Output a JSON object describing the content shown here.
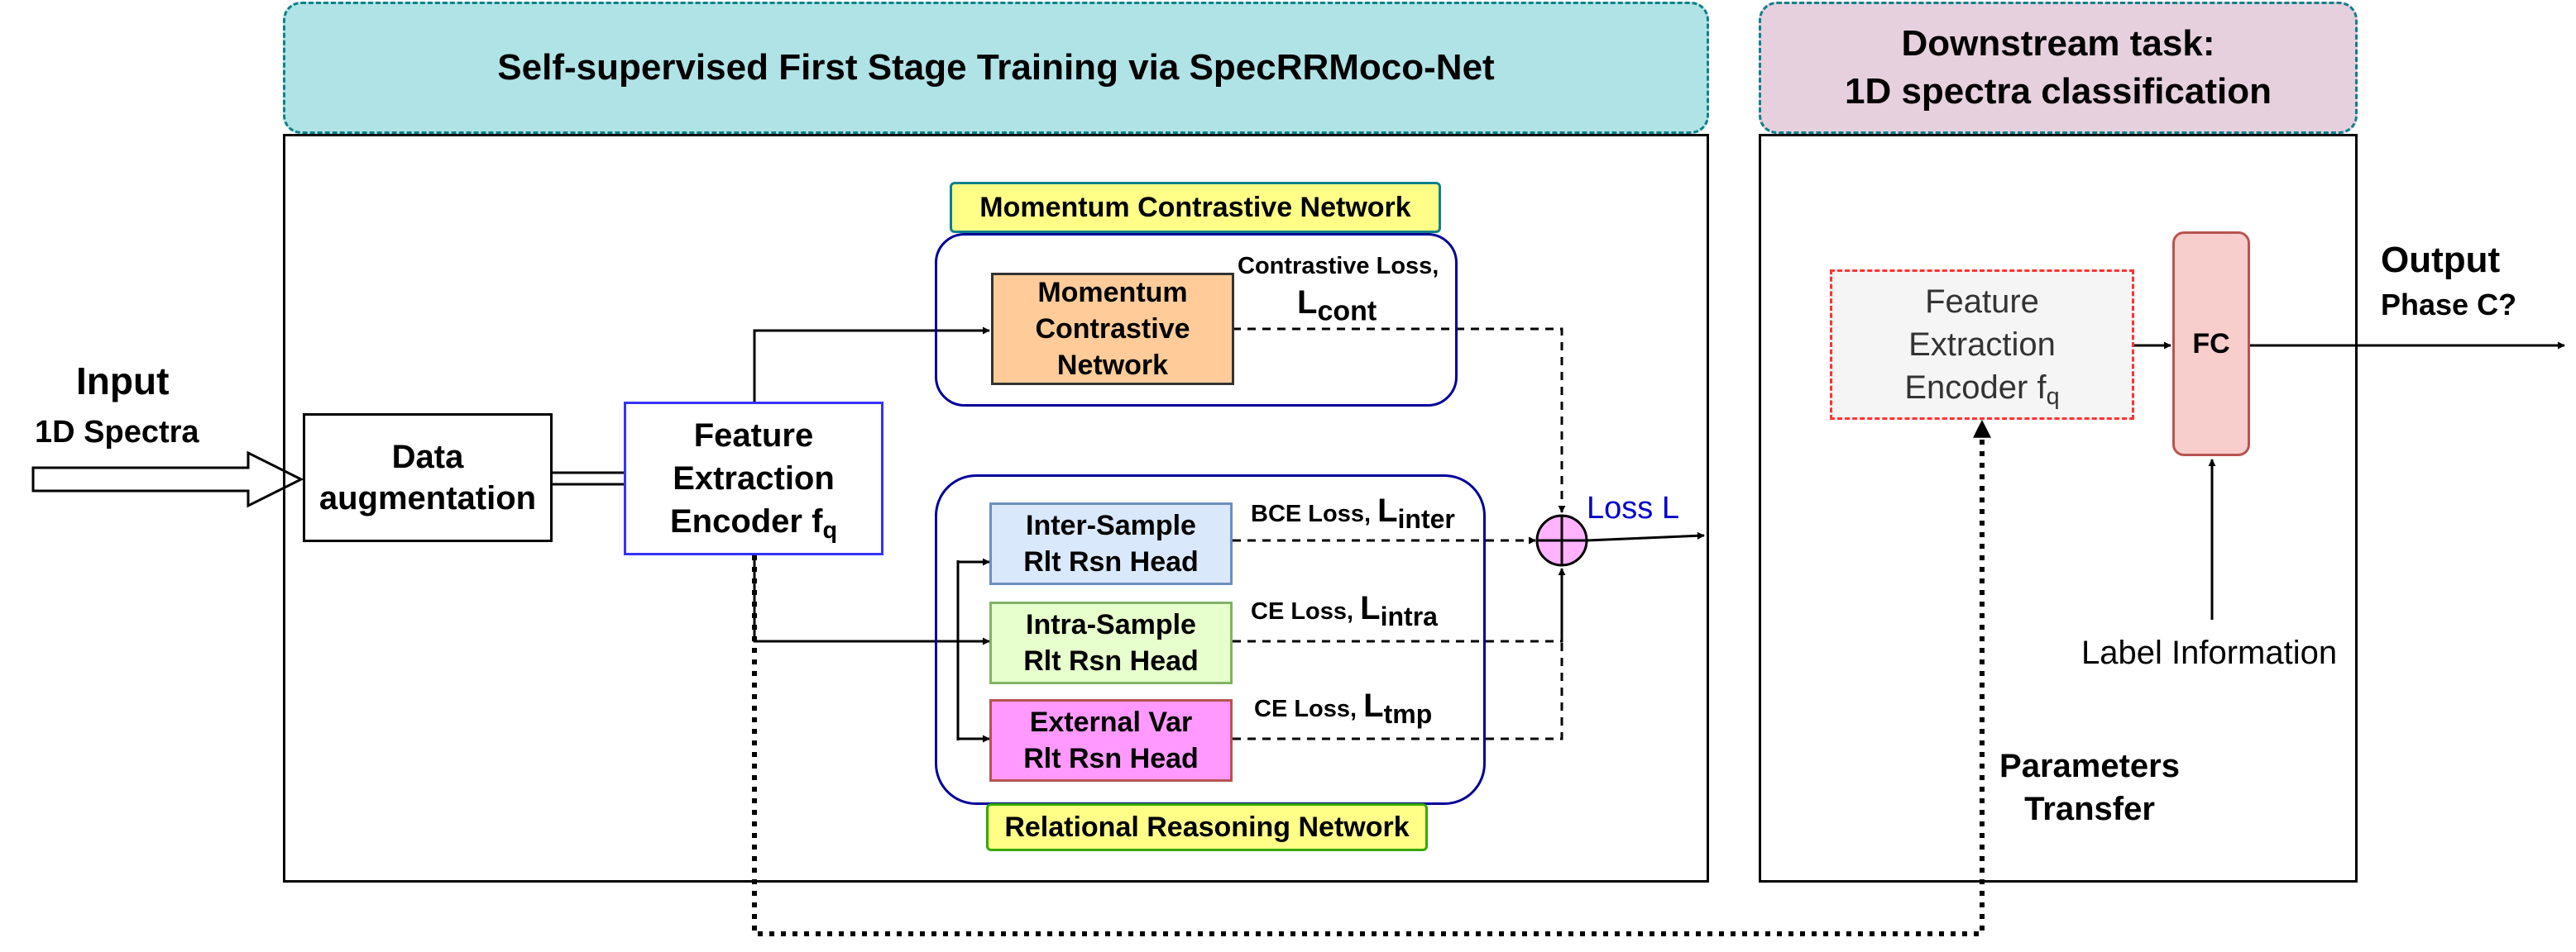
{
  "header_left": "Self-supervised First Stage Training via SpecRRMoco-Net",
  "header_right": [
    "Downstream task:",
    "1D spectra classification"
  ],
  "input": {
    "title": "Input",
    "subtitle": "1D Spectra"
  },
  "data_augmentation": [
    "Data",
    "augmentation"
  ],
  "encoder": {
    "lines": [
      "Feature",
      "Extraction",
      "Encoder f"
    ],
    "subscript": "q"
  },
  "momentum_label": "Momentum Contrastive Network",
  "momentum_box": [
    "Momentum",
    "Contrastive",
    "Network"
  ],
  "contrastive_loss": {
    "prefix": "Contrastive Loss,",
    "symbol": "L",
    "subscript": "cont"
  },
  "heads": [
    {
      "lines": [
        "Inter-Sample",
        "Rlt Rsn Head"
      ],
      "loss_prefix": "BCE Loss,",
      "loss_symbol": "L",
      "loss_sub": "inter"
    },
    {
      "lines": [
        "Intra-Sample",
        "Rlt Rsn Head"
      ],
      "loss_prefix": "CE Loss,",
      "loss_symbol": "L",
      "loss_sub": "intra"
    },
    {
      "lines": [
        "External Var",
        "Rlt Rsn Head"
      ],
      "loss_prefix": "CE Loss,",
      "loss_symbol": "L",
      "loss_sub": "tmp"
    }
  ],
  "relational_label": "Relational Reasoning Network",
  "total_loss": "Loss L",
  "downstream_encoder": {
    "lines": [
      "Feature",
      "Extraction",
      "Encoder f"
    ],
    "subscript": "q"
  },
  "fc": "FC",
  "output": {
    "title": "Output",
    "subtitle": "Phase C?"
  },
  "label_information": "Label Information",
  "parameters_transfer": [
    "Parameters",
    "Transfer"
  ],
  "colors": {
    "header_left_bg": "#b0e3e6",
    "header_left_border": "#0e8088",
    "header_right_bg": "#e6d0de",
    "header_right_border": "#0e8088",
    "encoder_border": "#3333ff",
    "yellow_label_bg": "#ffff88",
    "momentum_box_bg": "#ffcc99",
    "inter_head_bg": "#dae8fc",
    "intra_head_bg": "#e6ffcc",
    "external_head_bg": "#ff99ff",
    "fc_bg": "#f8cecc",
    "fc_border": "#b85450",
    "sum_bg": "#ffb3ff",
    "group_border": "#000099",
    "loss_text": "#0000cc",
    "downstream_encoder_border": "#ff3333"
  }
}
